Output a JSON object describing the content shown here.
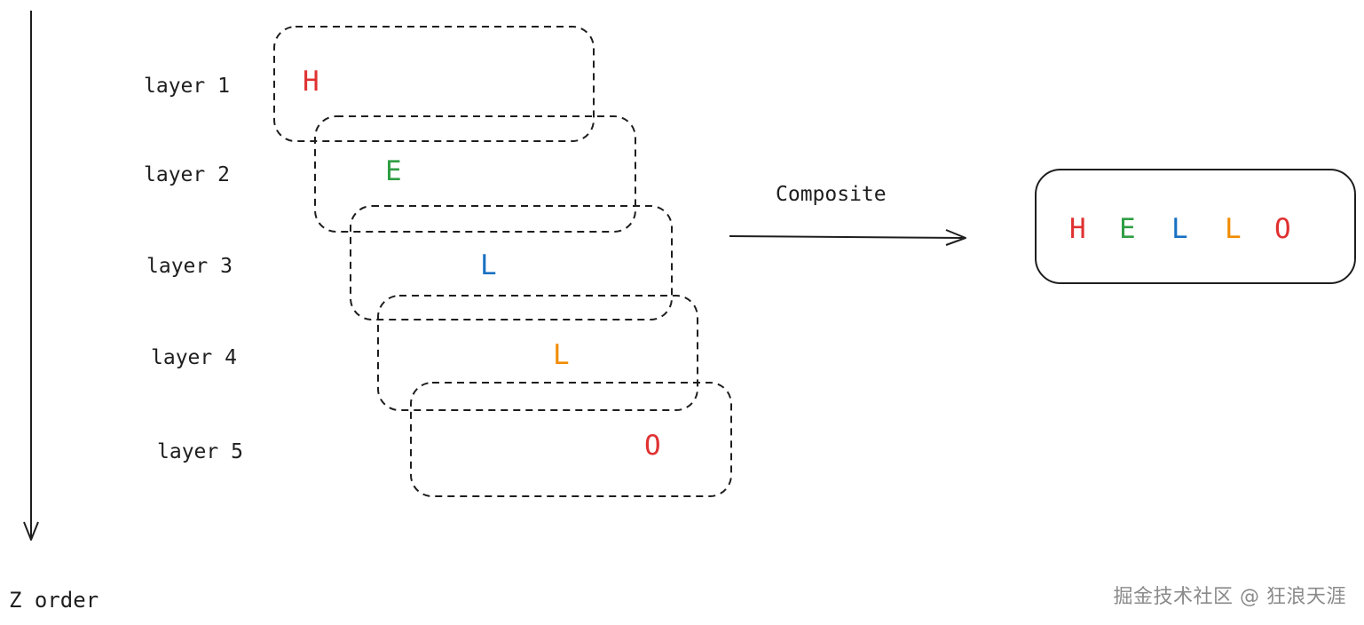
{
  "z_axis": {
    "label": "Z order"
  },
  "layers": [
    {
      "label": "layer 1",
      "letter": "H",
      "color": "#e03131"
    },
    {
      "label": "layer 2",
      "letter": "E",
      "color": "#2f9e44"
    },
    {
      "label": "layer 3",
      "letter": "L",
      "color": "#1971c2"
    },
    {
      "label": "layer 4",
      "letter": "L",
      "color": "#f08c00"
    },
    {
      "label": "layer 5",
      "letter": "O",
      "color": "#e03131"
    }
  ],
  "arrow": {
    "label": "Composite"
  },
  "result": {
    "letters": [
      {
        "char": "H",
        "color": "#e03131"
      },
      {
        "char": "E",
        "color": "#2f9e44"
      },
      {
        "char": "L",
        "color": "#1971c2"
      },
      {
        "char": "L",
        "color": "#f08c00"
      },
      {
        "char": "O",
        "color": "#e03131"
      }
    ]
  },
  "watermark": "掘金技术社区 @ 狂浪天涯"
}
